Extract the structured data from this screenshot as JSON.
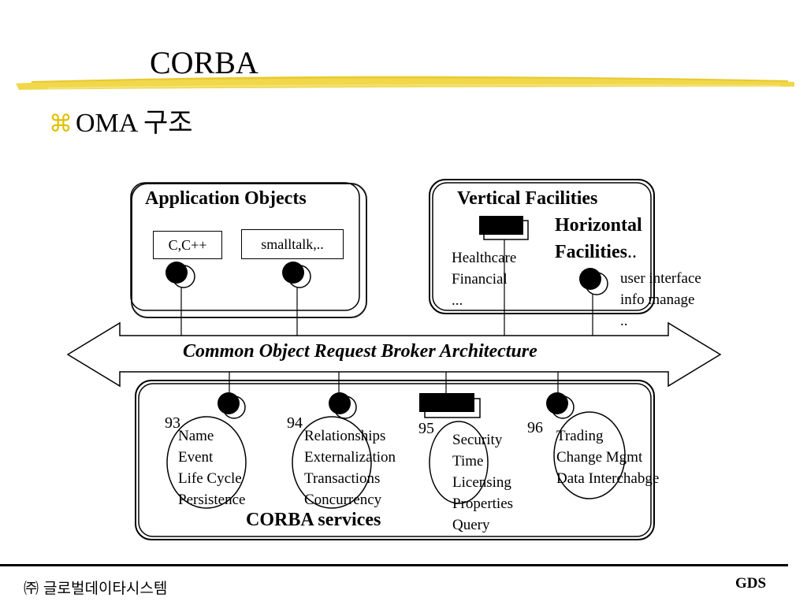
{
  "slide": {
    "title": "CORBA",
    "bullet_glyph": "⌘",
    "subtitle": "OMA 구조",
    "footer_company": "㈜ 글로벌데이타시스템",
    "footer_brand": "GDS"
  },
  "diagram": {
    "application_objects": {
      "title": "Application Objects",
      "languages": [
        "C,C++",
        "smalltalk,.."
      ]
    },
    "vertical_facilities": {
      "title": "Vertical Facilities",
      "items": [
        "Healthcare",
        "Financial",
        "..."
      ]
    },
    "horizontal_facilities": {
      "title_line1": "Horizontal",
      "title_line2": "Facilities",
      "title_suffix": "..",
      "items": [
        "user interface",
        "info manage",
        ".."
      ]
    },
    "orb": {
      "label": "Common Object Request Broker Architecture"
    },
    "corba_services": {
      "title": "CORBA services",
      "groups": [
        {
          "year": "93",
          "items": [
            "Name",
            "Event",
            "Life Cycle",
            "Persistence"
          ]
        },
        {
          "year": "94",
          "items": [
            "Relationships",
            "Externalization",
            "Transactions",
            "Concurrency"
          ]
        },
        {
          "year": "95",
          "items": [
            "Security",
            "Time",
            "Licensing",
            "Properties",
            "Query"
          ]
        },
        {
          "year": "96",
          "items": [
            "Trading",
            "Change Mgmt",
            "Data Interchabge"
          ]
        }
      ]
    },
    "colors": {
      "highlighter": "#f0d84a",
      "bullet": "#e0c000",
      "line": "#000000"
    }
  }
}
